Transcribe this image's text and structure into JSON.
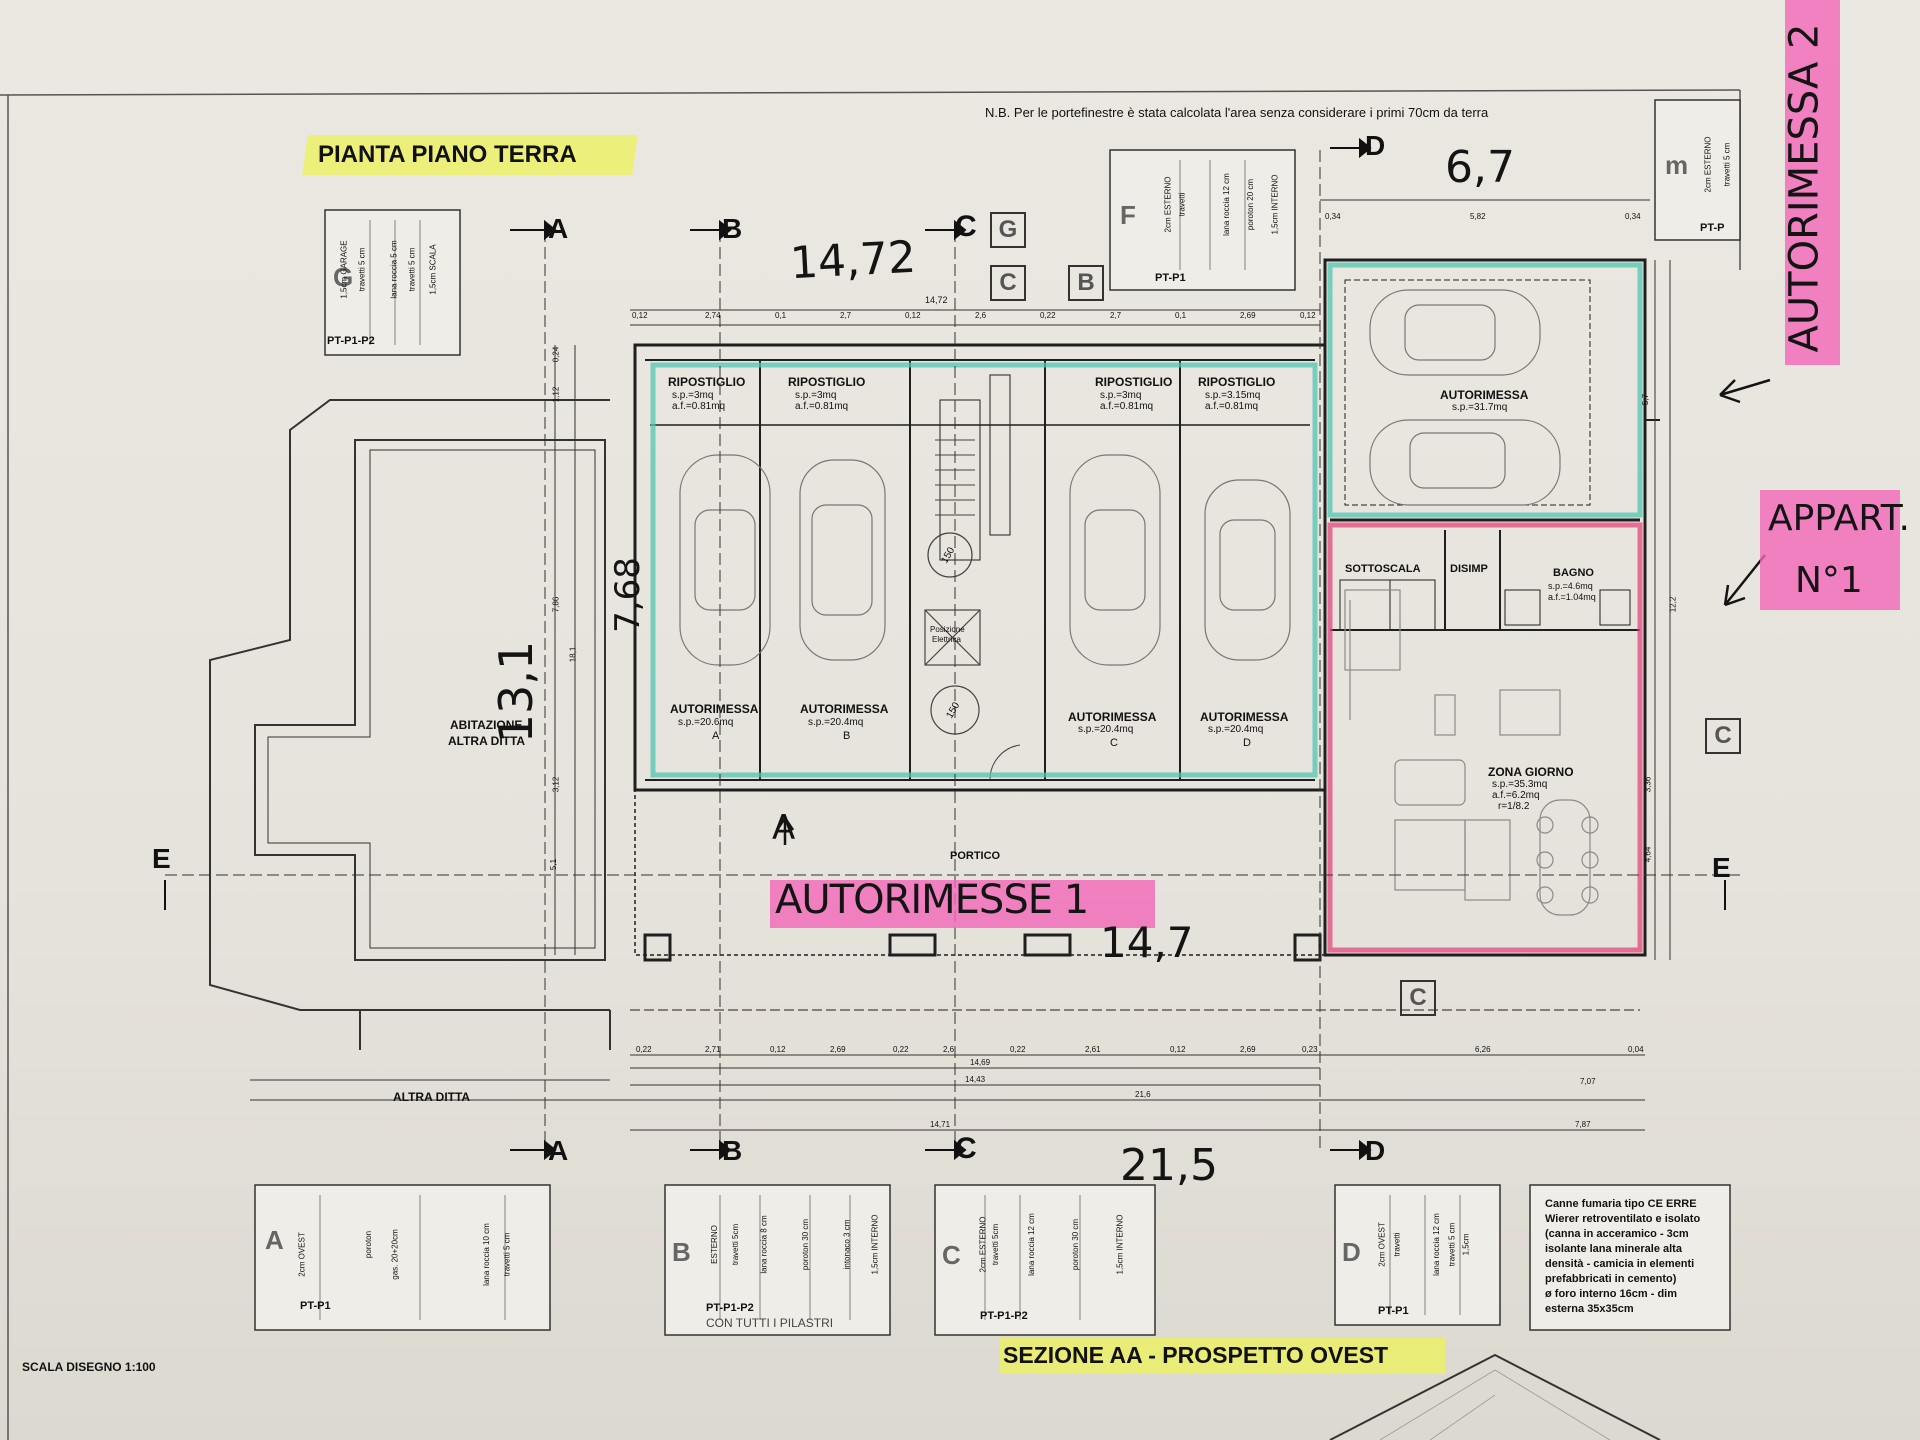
{
  "title": "PIANTA PIANO TERRA",
  "note": "N.B. Per le portefinestre è stata calcolata l'area senza considerare i primi 70cm da terra",
  "scale": "SCALA DISEGNO 1:100",
  "section_title": "SEZIONE AA - PROSPETTO OVEST",
  "chimney_note": [
    "Canne fumaria tipo CE ERRE",
    "Wierer retroventilato e isolato",
    "(canna in acceramico - 3cm",
    "isolante lana minerale alta",
    "densità - camicia in elementi",
    "prefabbricati in cemento)",
    "ø foro interno 16cm - dim",
    "esterna 35x35cm"
  ],
  "section_markers": [
    "A",
    "B",
    "C",
    "D",
    "E",
    "G",
    "F",
    "C",
    "B"
  ],
  "rooms": {
    "ripostiglio": "RIPOSTIGLIO",
    "rip_area_1": "s.p.=3mq",
    "rip_area_2": "a.f.=0.81mq",
    "rip_area_3": "s.p.=3.15mq",
    "autorimessa": "AUTORIMESSA",
    "garage_areas": [
      "s.p.=20.6mq",
      "s.p.=20.4mq",
      "s.p.=20.4mq",
      "s.p.=20.4mq"
    ],
    "garage_letters": [
      "A",
      "B",
      "C",
      "D"
    ],
    "autorimessa_big_area": "s.p.=31.7mq",
    "portico": "PORTICO",
    "abitazione": [
      "ABITAZIONE",
      "ALTRA DITTA"
    ],
    "altra_ditta": "ALTRA DITTA",
    "sottoscala": "SOTTOSCALA",
    "disimp": "DISIMP",
    "bagno": "BAGNO",
    "bagno_area": [
      "s.p.=4.6mq",
      "a.f.=1.04mq"
    ],
    "zona_giorno": "ZONA GIORNO",
    "zona_giorno_area": [
      "s.p.=35.3mq",
      "a.f.=6.2mq",
      "r=1/8.2"
    ],
    "centrale": [
      "Posizione",
      "Elettrica"
    ],
    "circle_label": "150"
  },
  "dimensions": {
    "top_total": "14,72",
    "top_chain": [
      "0,12",
      "2,74",
      "0,1",
      "2,7",
      "0,12",
      "2,6",
      "0,22",
      "2,7",
      "0,1",
      "2,69",
      "0,12"
    ],
    "right_top": [
      "0,34",
      "5,82",
      "0,34"
    ],
    "bottom_chain": [
      "0,22",
      "2,71",
      "0,12",
      "2,69",
      "0,22",
      "2,6",
      "0,22",
      "2,61",
      "0,12",
      "2,69",
      "0,23"
    ],
    "bottom_totals": [
      "14,69",
      "14,43",
      "21,6",
      "14,71",
      "7,07",
      "7,87",
      "6,26",
      "0,04"
    ],
    "vertical": [
      "13,1",
      "1,12",
      "7,86",
      "18,1",
      "3,12",
      "5,1",
      "0,24",
      "5,7",
      "12,2",
      "3,36",
      "4,64"
    ]
  },
  "wall_legends": [
    {
      "letter": "G",
      "code": "PT-P1-P2",
      "layers": [
        "1,5cm GARAGE",
        "travetti 5 cm",
        "lana roccia 5 cm",
        "travetti 5 cm",
        "1,5cm SCALA"
      ]
    },
    {
      "letter": "F",
      "code": "PT-P1",
      "layers": [
        "2cm ESTERNO",
        "travetti",
        "lana roccia 12 cm",
        "poroton 20 cm",
        "1,5cm INTERNO"
      ]
    },
    {
      "letter": "m",
      "code": "PT-P",
      "layers": [
        "2cm ESTERNO",
        "travetti 5 cm"
      ]
    },
    {
      "letter": "A",
      "code": "PT-P1",
      "layers": [
        "2cm OVEST",
        "poroton",
        "gas. 20+20cm",
        "lana roccia 10 cm",
        "travetti 5 cm"
      ]
    },
    {
      "letter": "B",
      "code": "PT-P1-P2",
      "layers": [
        "ESTERNO",
        "travetti 5cm",
        "lana roccia 8 cm",
        "poroton 30 cm",
        "intonaco 3 cm",
        "1,5cm INTERNO"
      ]
    },
    {
      "letter": "C",
      "code": "PT-P1-P2",
      "layers": [
        "2cm ESTERNO",
        "travetti 5cm",
        "lana roccia 12 cm",
        "poroton 30 cm",
        "1,5cm INTERNO"
      ]
    },
    {
      "letter": "D",
      "code": "PT-P1",
      "layers": [
        "2cm OVEST",
        "travetti",
        "lana roccia 12 cm",
        "travetti 5 cm",
        "1,5cm"
      ]
    }
  ],
  "legend_b_note": "CON TUTTI I PILASTRI",
  "handwriting": {
    "top_dim": "14,72",
    "right_dim": "6,7",
    "left_dim": "13,1",
    "left_dim_2": "7,68",
    "bottom_dim_1": "14,7",
    "bottom_dim_2": "21,5",
    "autorimessa_1": "AUTORIMESSE 1",
    "autorimessa_2": "AUTORIMESSA 2",
    "appart": [
      "APPART.",
      "N°1"
    ],
    "letter_a": "A"
  },
  "colors": {
    "paper": "#e9e6df",
    "ink": "#262626",
    "yellow_highlight": "#eef25a",
    "pink_highlight": "#f267b9",
    "teal_marker": "#4fc6b1",
    "magenta_marker": "#e4457f"
  }
}
